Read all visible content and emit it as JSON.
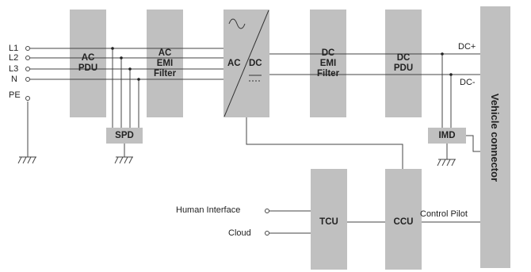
{
  "inputs": [
    "L1",
    "L2",
    "L3",
    "N",
    "PE"
  ],
  "blocks": {
    "ac_pdu": [
      "AC",
      "PDU"
    ],
    "ac_emi_filter": [
      "AC",
      "EMI",
      "Filter"
    ],
    "converter_ac": "AC",
    "converter_dc": "DC",
    "dc_emi_filter": [
      "DC",
      "EMI",
      "Filter"
    ],
    "dc_pdu": [
      "DC",
      "PDU"
    ],
    "spd": "SPD",
    "imd": "IMD",
    "tcu": "TCU",
    "ccu": "CCU",
    "vehicle_connector": "Vehicle connector"
  },
  "outputs": {
    "dc_plus": "DC+",
    "dc_minus": "DC-"
  },
  "interfaces": {
    "human_interface": "Human Interface",
    "cloud": "Cloud",
    "control_pilot": "Control Pilot"
  },
  "colors": {
    "block_fill": "#c0c0c0",
    "line": "#444444"
  }
}
